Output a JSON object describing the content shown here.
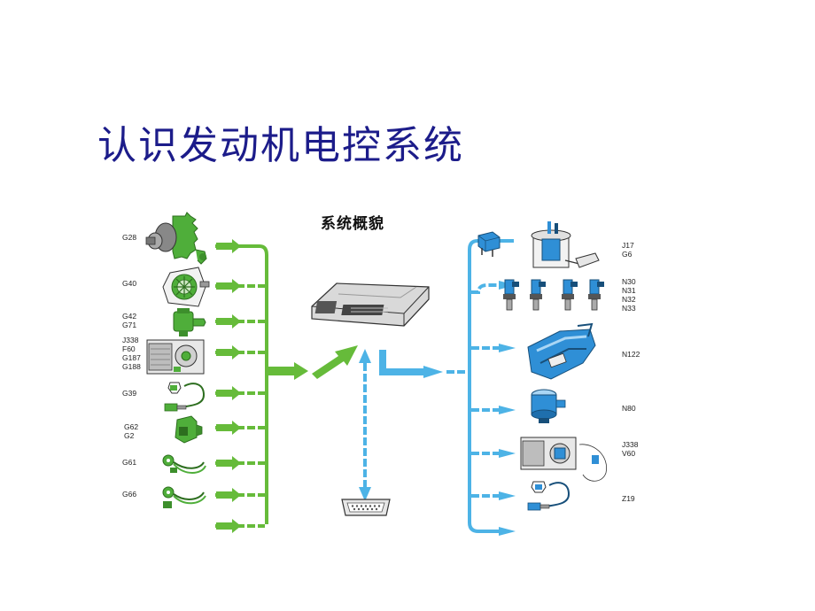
{
  "slide": {
    "title": "认识发动机电控系统"
  },
  "diagram": {
    "title": "系统概貌"
  },
  "colors": {
    "title": "#1c1c8a",
    "sensor_line": "#66bb3a",
    "actuator_line": "#4db3e6",
    "sensor_part": "#4fae3a",
    "actuator_part": "#2f8fd6"
  },
  "sensors": [
    {
      "label": "G28",
      "icon": "crankshaft-sensor-icon"
    },
    {
      "label": "G40",
      "icon": "camshaft-sensor-icon"
    },
    {
      "label": "G42\nG71",
      "icon": "intake-pressure-sensor-icon"
    },
    {
      "label": "J338\nF60\nG187\nG188",
      "icon": "throttle-body-icon"
    },
    {
      "label": "G39",
      "icon": "oxygen-sensor-icon"
    },
    {
      "label": "G62\nG2",
      "icon": "coolant-temp-sensor-icon"
    },
    {
      "label": "G61",
      "icon": "knock-sensor-icon"
    },
    {
      "label": "G66",
      "icon": "knock-sensor-icon"
    }
  ],
  "actuators": [
    {
      "label": "J17\nG6",
      "icon": "fuel-pump-icon"
    },
    {
      "label": "N30\nN31\nN32\nN33",
      "icon": "injector-icon"
    },
    {
      "label": "N122",
      "icon": "ignition-coil-icon"
    },
    {
      "label": "N80",
      "icon": "canister-valve-icon"
    },
    {
      "label": "J338\nV60",
      "icon": "throttle-actuator-icon"
    },
    {
      "label": "Z19",
      "icon": "oxygen-heater-icon"
    }
  ],
  "center": {
    "ecu_icon": "ecu-icon",
    "diagnostic_icon": "obd-connector-icon",
    "relay_icon": "relay-icon"
  }
}
